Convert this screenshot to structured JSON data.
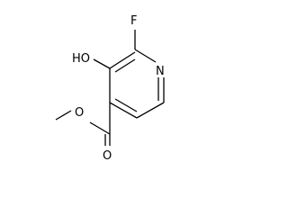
{
  "molecule": {
    "atoms": {
      "fluorine": "F",
      "hydroxyl": "HO",
      "ring_nitrogen": "N",
      "ester_oxygen": "O",
      "carbonyl_oxygen": "O"
    }
  },
  "colors": {
    "bond": "#000000",
    "label": "#000000",
    "background": "#ffffff"
  }
}
